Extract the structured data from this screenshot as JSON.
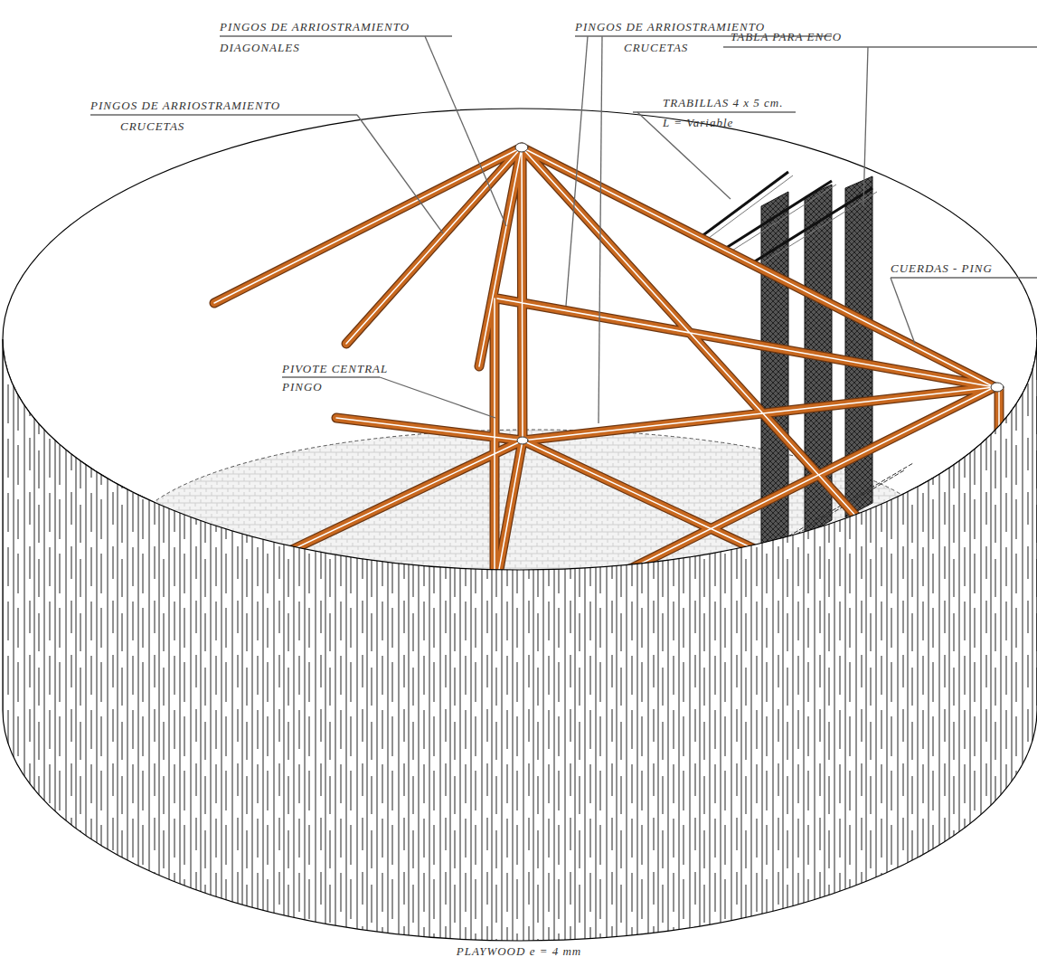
{
  "diagram": {
    "labels": [
      "PINGOS DE ARRIOSTRAMIENTO",
      "DIAGONALES",
      "PINGOS DE ARRIOSTRAMIENTO",
      "CRUCETAS",
      "TABLA PARA ENCO",
      "TRABILLAS 4 x 5 cm.",
      "L = Variable",
      "PINGOS DE ARRIOSTRAMIENTO",
      "CRUCETAS",
      "CUERDAS - PING",
      "PIVOTE CENTRAL",
      "PINGO",
      "PLAYWOOD e = 4 mm"
    ]
  }
}
